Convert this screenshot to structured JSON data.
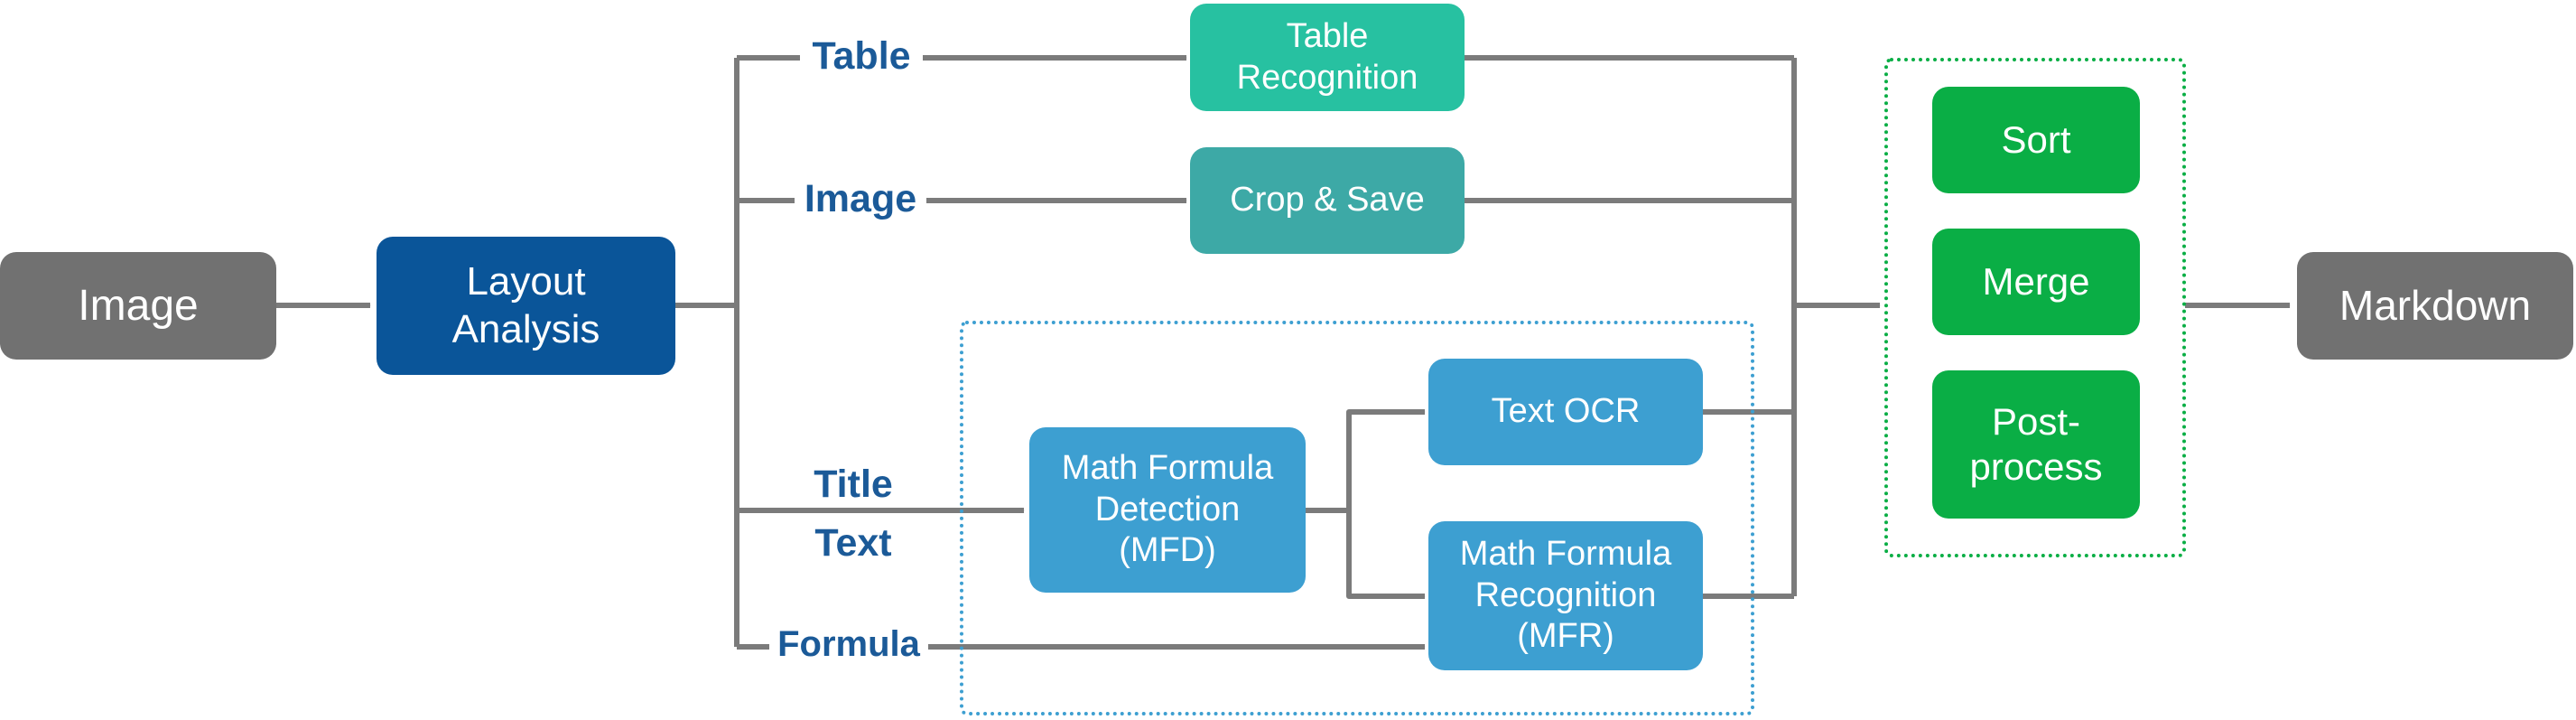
{
  "colors": {
    "gray_node": "#717171",
    "layout_node": "#0A5599",
    "table_node": "#27C1A1",
    "crop_node": "#3DA9A6",
    "math_node": "#3D9FD1",
    "green_node": "#0AAE45",
    "arrow": "#7B7B7B",
    "edge_label": "#1B5A98",
    "blue_group_border": "#3D9FD1",
    "green_group_border": "#0AAE45"
  },
  "nodes": {
    "image_input": "Image",
    "layout_analysis": "Layout\nAnalysis",
    "table_recognition": "Table\nRecognition",
    "crop_save": "Crop & Save",
    "mfd": "Math Formula\nDetection\n(MFD)",
    "text_ocr": "Text OCR",
    "mfr": "Math Formula\nRecognition\n(MFR)",
    "sort": "Sort",
    "merge": "Merge",
    "post_process": "Post-\nprocess",
    "markdown": "Markdown"
  },
  "edge_labels": {
    "table": "Table",
    "image": "Image",
    "title": "Title",
    "text": "Text",
    "formula": "Formula"
  }
}
